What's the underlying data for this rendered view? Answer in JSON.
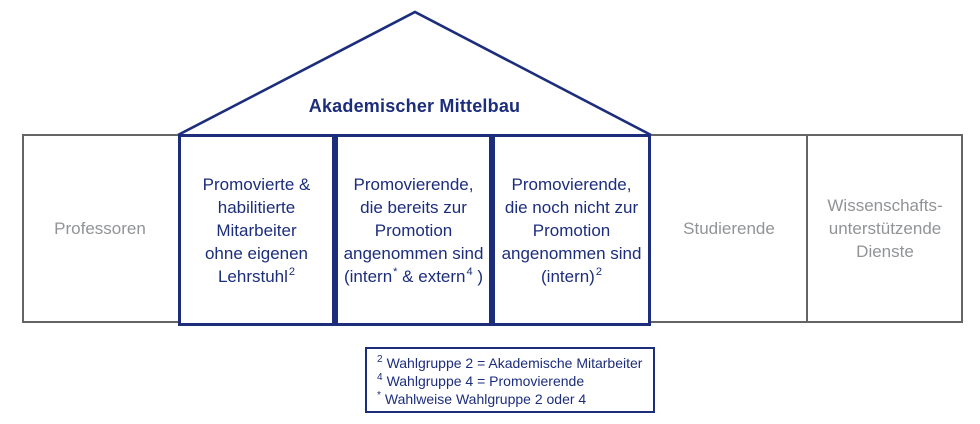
{
  "title": "Akademischer Mittelbau",
  "colors": {
    "navy": "#1c2d7c",
    "gray_border": "#646464",
    "gray_text": "#919396",
    "background": "#ffffff"
  },
  "cells": {
    "professoren": "Professoren",
    "box1": {
      "l1": "Promovierte &",
      "l2": "habilitierte",
      "l3": "Mitarbeiter",
      "l4": "ohne eigenen",
      "l5": "Lehrstuhl",
      "l5_sup": "2"
    },
    "box2": {
      "l1": "Promovierende,",
      "l2": "die bereits zur",
      "l3": "Promotion",
      "l4": "angenommen sind",
      "l5_a": "(intern",
      "l5_sup1": "*",
      "l5_b": " & extern",
      "l5_sup2": "4",
      "l5_c": " )"
    },
    "box3": {
      "l1": "Promovierende,",
      "l2": "die noch nicht zur",
      "l3": "Promotion",
      "l4": "angenommen sind",
      "l5_a": "(intern)",
      "l5_sup": "2"
    },
    "studierende": "Studierende",
    "dienste": {
      "l1": "Wissenschafts-",
      "l2": "unterstützende",
      "l3": "Dienste"
    }
  },
  "legend": {
    "item1": {
      "sup": "2",
      "text": "Wahlgruppe 2 = Akademische Mitarbeiter"
    },
    "item2": {
      "sup": "4",
      "text": "Wahlgruppe 4 = Promovierende"
    },
    "item3": {
      "sup": "*",
      "text": "Wahlweise Wahlgruppe 2 oder 4"
    }
  }
}
